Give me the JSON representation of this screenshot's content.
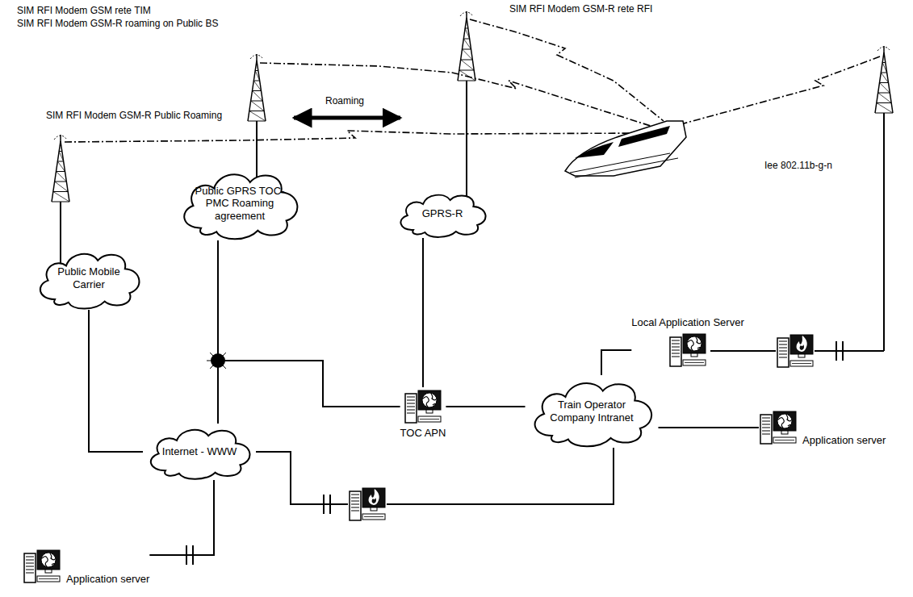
{
  "diagram": {
    "nodes": [
      {
        "text": [
          "Public Mobile Carrier"
        ]
      },
      {
        "text": [
          "Public GPRS TOC-PMC Roaming agreement"
        ]
      },
      {
        "text": [
          "GPRS-R"
        ]
      },
      {
        "text": [
          "Internet - WWW"
        ]
      },
      {
        "text": [
          "TOC APN"
        ]
      },
      {
        "text": [
          "Train Operator Company Intranet"
        ]
      },
      {
        "text": [
          "Local Application Server"
        ]
      },
      {
        "text": [
          "Application server"
        ]
      },
      {
        "text": [
          "Application server"
        ]
      }
    ],
    "edges": [
      {
        "from": 0,
        "to": 3,
        "arrow": "none"
      },
      {
        "from": 1,
        "to": 3,
        "arrow": "none"
      },
      {
        "from": 1,
        "to": 4,
        "arrow": "none"
      },
      {
        "from": 2,
        "to": 4,
        "arrow": "none"
      },
      {
        "from": 4,
        "to": 5,
        "arrow": "none"
      },
      {
        "from": 3,
        "to": 5,
        "arrow": "none"
      },
      {
        "from": 5,
        "to": 6,
        "arrow": "none"
      },
      {
        "from": 5,
        "to": 7,
        "arrow": "none"
      },
      {
        "from": 8,
        "to": 3,
        "arrow": "none"
      }
    ],
    "labels": [
      "SIM RFI Modem GSM rete TIM",
      "SIM RFI Modem GSM-R roaming on Public BS",
      "SIM RFI Modem GSM-R rete RFI",
      "SIM RFI Modem GSM-R Public Roaming",
      "Roaming",
      "Iee 802.11b-g-n"
    ]
  }
}
